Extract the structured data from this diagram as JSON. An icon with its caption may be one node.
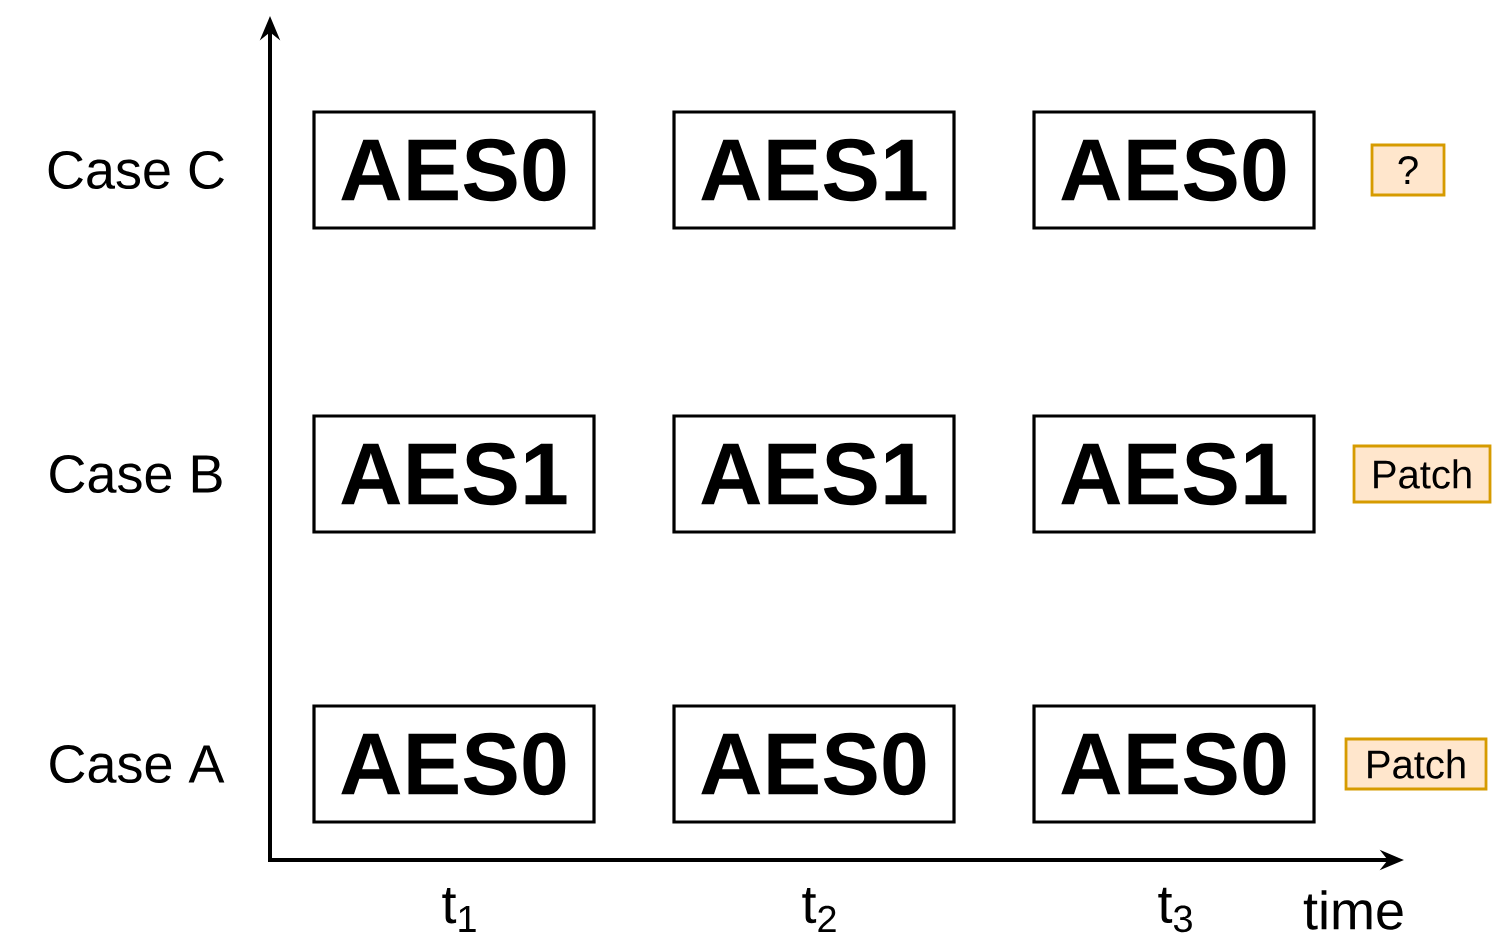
{
  "diagram": {
    "nodes": [
      {
        "text": [
          "AES0"
        ]
      },
      {
        "text": [
          "AES1"
        ]
      },
      {
        "text": [
          "AES0"
        ]
      },
      {
        "text": [
          "?"
        ]
      },
      {
        "text": [
          "AES1"
        ]
      },
      {
        "text": [
          "AES1"
        ]
      },
      {
        "text": [
          "AES1"
        ]
      },
      {
        "text": [
          "Patch"
        ]
      },
      {
        "text": [
          "AES0"
        ]
      },
      {
        "text": [
          "AES0"
        ]
      },
      {
        "text": [
          "AES0"
        ]
      },
      {
        "text": [
          "Patch"
        ]
      }
    ],
    "labels": [
      "Case C",
      "Case B",
      "Case A",
      "t$_{1}$",
      "t$_{2}$",
      "t$_{3}$",
      "time"
    ]
  }
}
